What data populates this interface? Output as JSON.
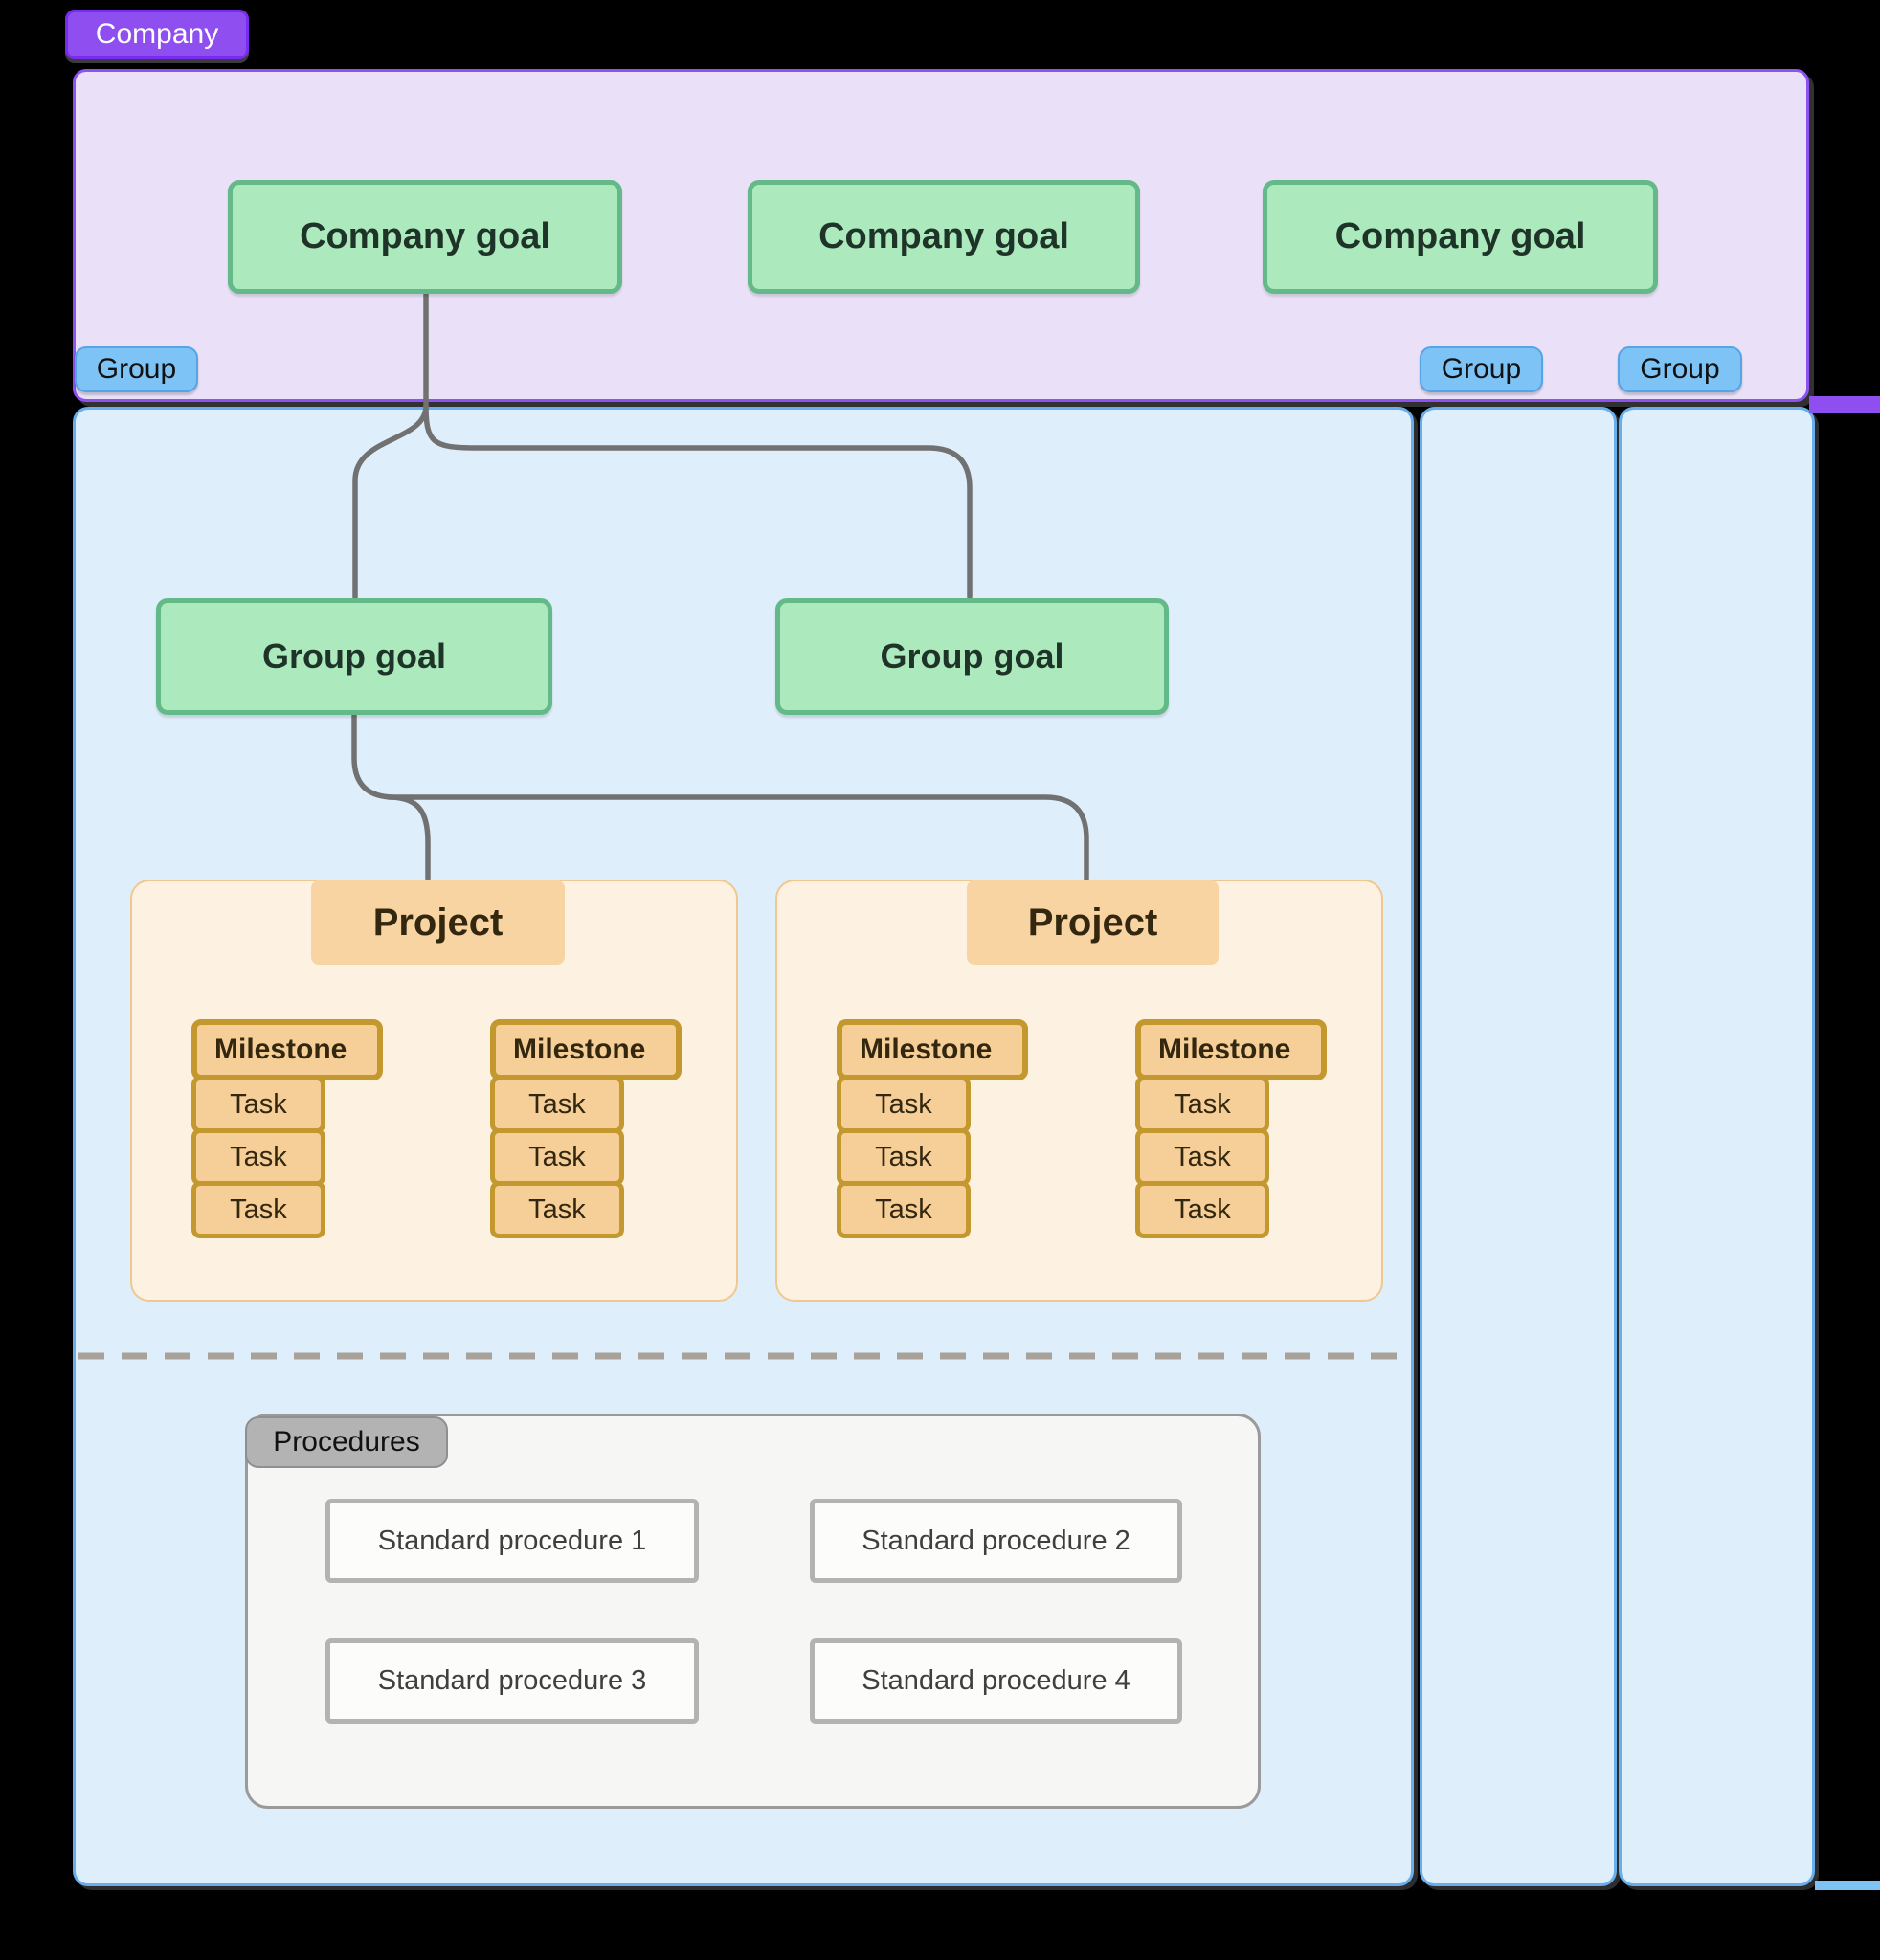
{
  "company": {
    "label": "Company",
    "goals": [
      "Company goal",
      "Company goal",
      "Company goal"
    ]
  },
  "groups": {
    "left_label": "Group",
    "right_labels": [
      "Group",
      "Group"
    ]
  },
  "group_goals": [
    "Group goal",
    "Group goal"
  ],
  "projects": [
    {
      "label": "Project",
      "milestones": [
        {
          "label": "Milestone",
          "tasks": [
            "Task",
            "Task",
            "Task"
          ]
        },
        {
          "label": "Milestone",
          "tasks": [
            "Task",
            "Task",
            "Task"
          ]
        }
      ]
    },
    {
      "label": "Project",
      "milestones": [
        {
          "label": "Milestone",
          "tasks": [
            "Task",
            "Task",
            "Task"
          ]
        },
        {
          "label": "Milestone",
          "tasks": [
            "Task",
            "Task",
            "Task"
          ]
        }
      ]
    }
  ],
  "procedures": {
    "label": "Procedures",
    "items": [
      "Standard procedure 1",
      "Standard procedure 2",
      "Standard procedure 3",
      "Standard procedure 4"
    ]
  },
  "theme": {
    "purple-label-bg": "#8f4ff0",
    "purple-fill": "#eae1f8",
    "purple-border": "#8d52f2",
    "green-fill": "#ace9bd",
    "green-border": "#63ba88",
    "blue-label-bg": "#7ec3f6",
    "blue-fill": "#dfeefb",
    "blue-border": "#68aeea",
    "cream-fill": "#fdf2e2",
    "orange-label": "#f7d4a1",
    "orange-fill": "#f6cf98",
    "orange-border": "#c3982f",
    "gray-fill": "#f6f6f5",
    "gray-border": "#9a9a9a",
    "connector": "#717171"
  }
}
